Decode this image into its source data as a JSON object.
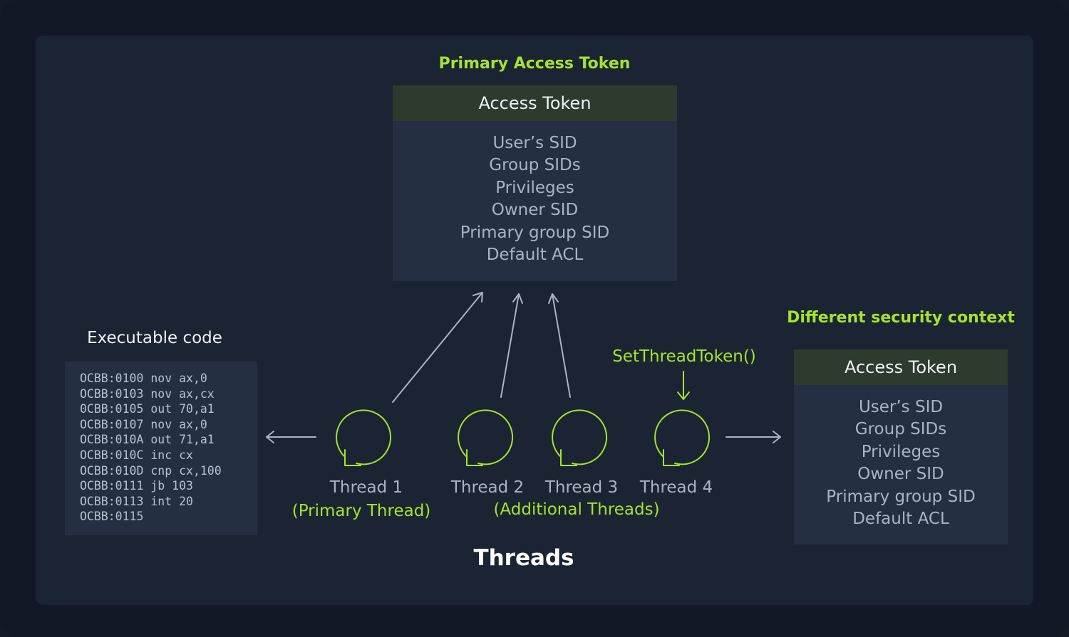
{
  "primary_token": {
    "title": "Primary Access Token",
    "header": "Access Token",
    "rows": [
      "User’s SID",
      "Group SIDs",
      "Privileges",
      "Owner SID",
      "Primary group SID",
      "Default ACL"
    ]
  },
  "secondary_token": {
    "title": "Different security context",
    "header": "Access Token",
    "rows": [
      "User’s SID",
      "Group SIDs",
      "Privileges",
      "Owner SID",
      "Primary group SID",
      "Default ACL"
    ]
  },
  "executable": {
    "title": "Executable code",
    "lines": [
      "OCBB:0100 nov ax,0",
      "OCBB:0103 nov ax,cx",
      "0CBB:0105 out 70,a1",
      "OCBB:0107 nov ax,0",
      "OCBB:010A out 71,a1",
      "OCBB:010C inc cx",
      "OCBB:010D cnp cx,100",
      "OCBB:0111 jb 103",
      "OCBB:0113 int 20",
      "OCBB:0115"
    ]
  },
  "threads": {
    "items": [
      "Thread 1",
      "Thread 2",
      "Thread 3",
      "Thread 4"
    ],
    "primary_caption": "(Primary Thread)",
    "additional_caption": "(Additional Threads)",
    "set_token_call": "SetThreadToken()",
    "title": "Threads"
  },
  "colors": {
    "accent": "#a6e22e",
    "background": "#1b2432",
    "box": "#243042",
    "token_header": "#2d3b2e",
    "arrow": "#aab3c2"
  }
}
